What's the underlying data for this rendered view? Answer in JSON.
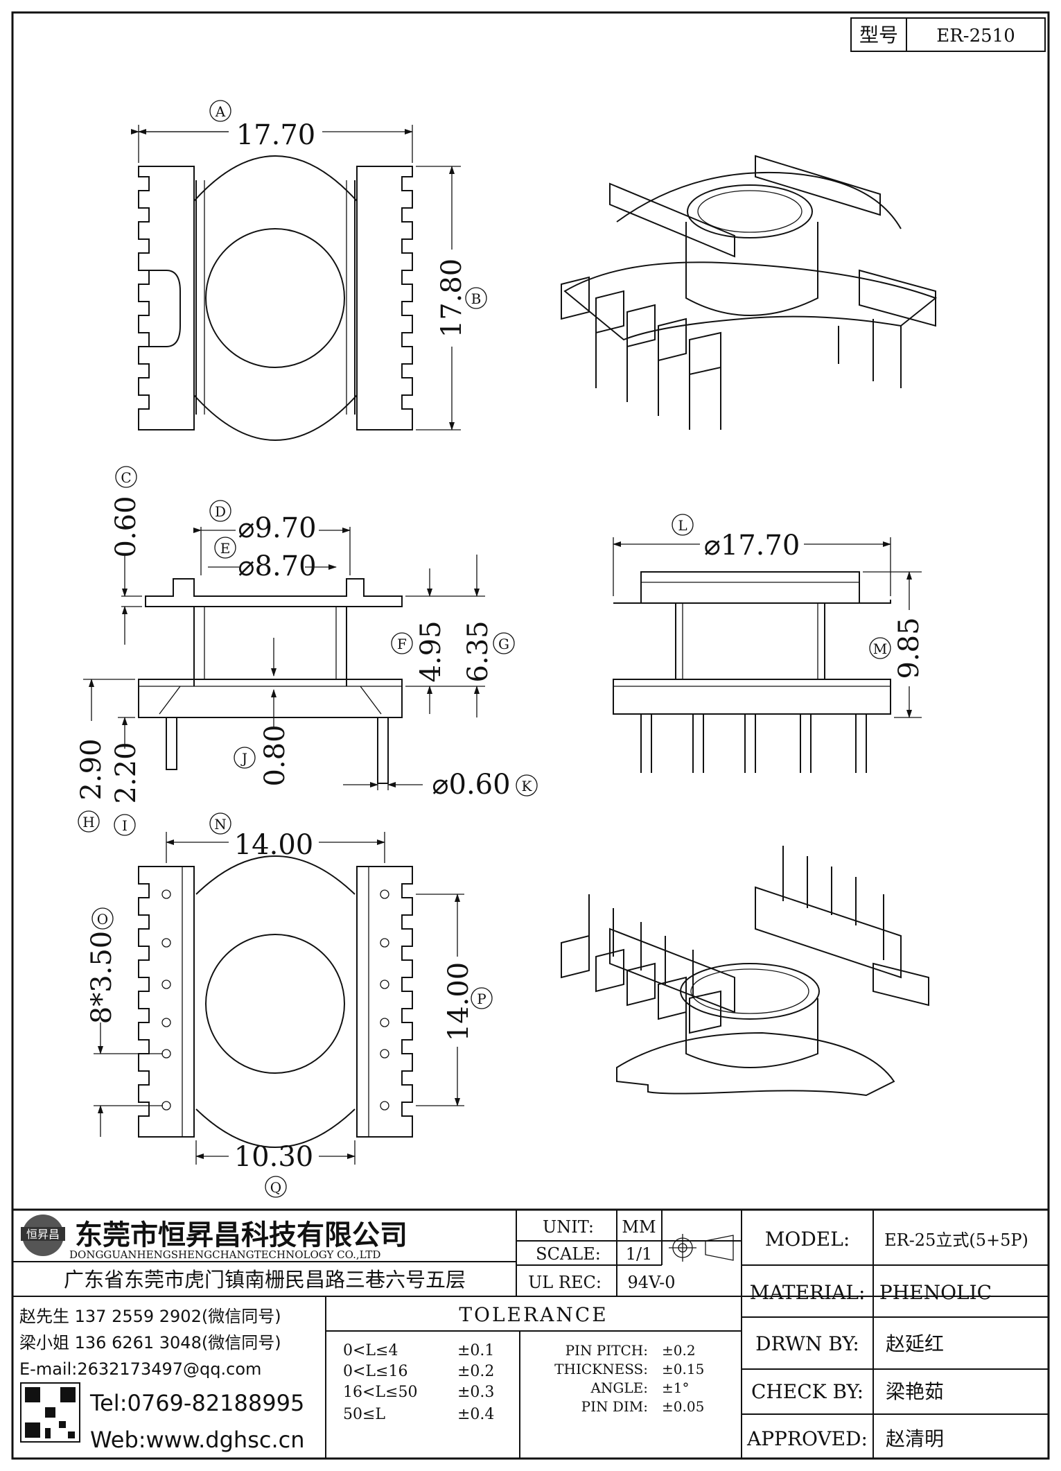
{
  "header": {
    "model_label": "型号",
    "model_value": "ER-2510"
  },
  "top_view": {
    "width_dim": "17.70",
    "width_tag": "A",
    "height_dim": "17.80",
    "height_tag": "B"
  },
  "side_view": {
    "c_dim": "0.60",
    "c_tag": "C",
    "d_dim": "⌀9.70",
    "d_tag": "D",
    "e_dim": "⌀8.70",
    "e_tag": "E",
    "f_dim": "4.95",
    "f_tag": "F",
    "g_dim": "6.35",
    "g_tag": "G",
    "h_dim": "2.90",
    "h_tag": "H",
    "i_dim": "2.20",
    "i_tag": "I",
    "j_dim": "0.80",
    "j_tag": "J",
    "k_dim": "⌀0.60",
    "k_tag": "K"
  },
  "front_view": {
    "l_dim": "⌀17.70",
    "l_tag": "L",
    "m_dim": "9.85",
    "m_tag": "M"
  },
  "bottom_view": {
    "n_dim": "14.00",
    "n_tag": "N",
    "o_dim": "8*3.50",
    "o_tag": "O",
    "p_dim": "14.00",
    "p_tag": "P",
    "q_dim": "10.30",
    "q_tag": "Q"
  },
  "title_block": {
    "company_cn": "东莞市恒昇昌科技有限公司",
    "company_en": "DONGGUANHENGSHENGCHANGTECHNOLOGY CO.,LTD",
    "address": "广东省东莞市虎门镇南栅民昌路三巷六号五层",
    "logo_text": "恒昇昌",
    "unit_label": "UNIT:",
    "unit_value": "MM",
    "scale_label": "SCALE:",
    "scale_value": "1/1",
    "ulrec_label": "UL REC:",
    "ulrec_value": "94V-0",
    "model_label": "MODEL:",
    "model_value": "ER-25立式(5+5P)",
    "material_label": "MATERIAL:",
    "material_value": "PHENOLIC",
    "drwn_label": "DRWN BY:",
    "drwn_value": "赵延红",
    "check_label": "CHECK BY:",
    "check_value": "梁艳茹",
    "approved_label": "APPROVED:",
    "approved_value": "赵清明",
    "contact1": "赵先生 137 2559 2902(微信同号)",
    "contact2": "梁小姐 136 6261 3048(微信同号)",
    "email": "E-mail:2632173497@qq.com",
    "tel": "Tel:0769-82188995",
    "web": "Web:www.dghsc.cn",
    "tolerance_title": "TOLERANCE",
    "tol_rows": [
      {
        "range": "0<L≤4",
        "value": "±0.1"
      },
      {
        "range": "0<L≤16",
        "value": "±0.2"
      },
      {
        "range": "16<L≤50",
        "value": "±0.3"
      },
      {
        "range": "50≤L",
        "value": "±0.4"
      }
    ],
    "tol_extra": [
      {
        "label": "PIN PITCH:",
        "value": "±0.2"
      },
      {
        "label": "THICKNESS:",
        "value": "±0.15"
      },
      {
        "label": "ANGLE:",
        "value": "±1°"
      },
      {
        "label": "PIN DIM:",
        "value": "±0.05"
      }
    ]
  }
}
